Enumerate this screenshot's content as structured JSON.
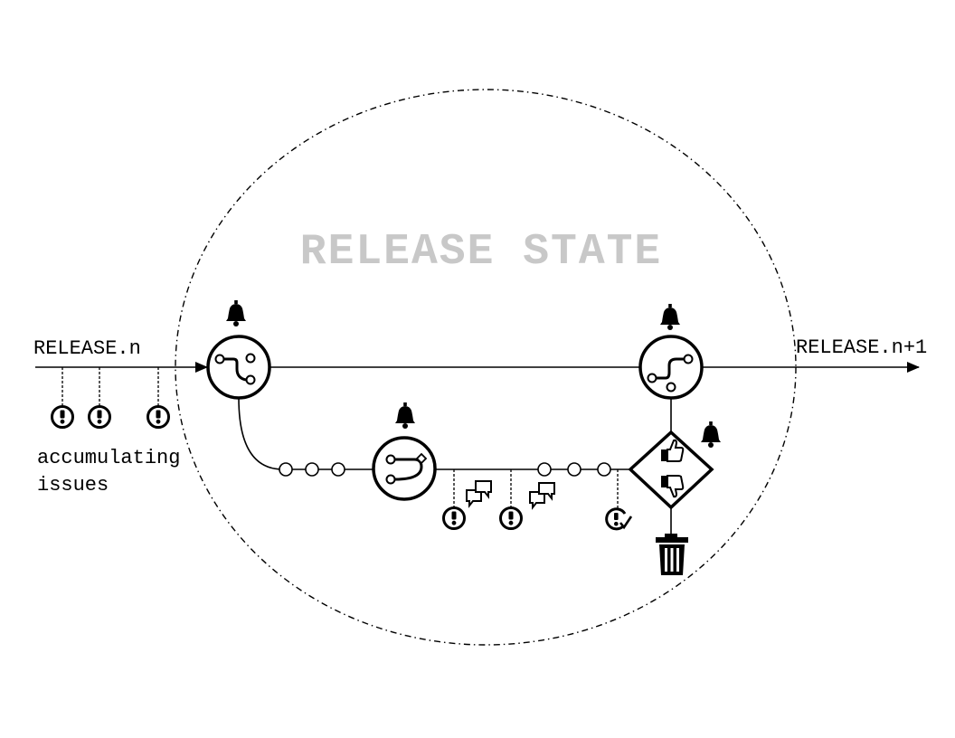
{
  "diagram": {
    "title": "RELEASE STATE",
    "release_current": "RELEASE.n",
    "release_next": "RELEASE.n+1",
    "note_line1": "accumulating",
    "note_line2": "issues"
  },
  "colors": {
    "ink": "#000000",
    "title": "#c8c8c8",
    "background": "#ffffff"
  },
  "icons": [
    "bell-icon",
    "branch-icon",
    "merge-icon",
    "issue-icon",
    "comments-icon",
    "issue-resolved-icon",
    "thumbs-up-icon",
    "thumbs-down-icon",
    "trash-icon"
  ]
}
